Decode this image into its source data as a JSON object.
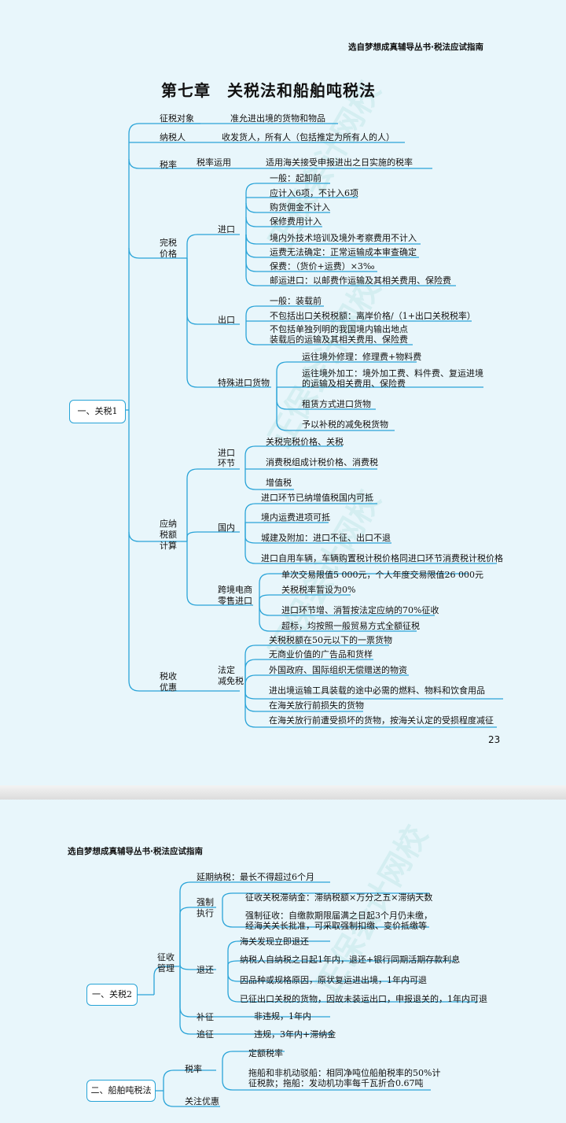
{
  "header": "选自梦想成真辅导丛书·税法应试指南",
  "page1": {
    "title": "第七章　关税法和船舶吨税法",
    "page_number": "23",
    "root": "一、关税1",
    "watermark": "正保会计网校",
    "branches": {
      "zsdx": {
        "label": "征税对象",
        "text": "准允进出境的货物和物品"
      },
      "nsr": {
        "label": "纳税人",
        "text": "收发货人，所有人（包括推定为所有人的人）"
      },
      "sl": {
        "label": "税率",
        "sub": "税率运用",
        "text": "适用海关接受申报进出之日实施的税率"
      },
      "wsjg": {
        "label_l1": "完税",
        "label_l2": "价格",
        "jinkou": {
          "label": "进口",
          "items": [
            "一般：起卸前",
            "应计入6项，不计入6项",
            "购货佣金不计入",
            "保修费用计入",
            "境内外技术培训及境外考察费用不计入",
            "运费无法确定：正常运输成本审查确定",
            "保费：（货价+运费）×3‰",
            "邮运进口：以邮费作运输及其相关费用、保险费"
          ]
        },
        "chukou": {
          "label": "出口",
          "items": [
            "一般：装载前",
            "不包括出口关税税额：离岸价格/（1+出口关税税率）"
          ],
          "multi_l1": "不包括单独列明的我国境内输出地点",
          "multi_l2": "装载后的运输及其相关费用、保险费"
        },
        "tsjk": {
          "label": "特殊进口货物",
          "item1": "运往境外修理：修理费+物料费",
          "item2_l1": "运往境外加工：境外加工费、料件费、复运进境",
          "item2_l2": "的运输及相关费用、保险费",
          "item3": "租赁方式进口货物",
          "item4": "予以补税的减免税货物"
        }
      },
      "ynse": {
        "label_l1": "应纳",
        "label_l2": "税额",
        "label_l3": "计算",
        "jkhj": {
          "label_l1": "进口",
          "label_l2": "环节",
          "items": [
            "关税完税价格、关税",
            "消费税组成计税价格、消费税",
            "增值税"
          ]
        },
        "guonei": {
          "label": "国内",
          "items": [
            "进口环节已纳增值税国内可抵",
            "境内运费进项可抵",
            "城建及附加：进口不征、出口不退",
            "进口自用车辆，车辆购置税计税价格同进口环节消费税计税价格"
          ]
        },
        "kjds": {
          "label_l1": "跨境电商",
          "label_l2": "零售进口",
          "items": [
            "单次交易限值5 000元，个人年度交易限值26 000元",
            "关税税率暂设为0%",
            "进口环节增、消暂按法定应纳的70%征收",
            "超标，均按照一般贸易方式全额征税"
          ]
        }
      },
      "sshy": {
        "label_l1": "税收",
        "label_l2": "优惠",
        "fdjms": {
          "label_l1": "法定",
          "label_l2": "减免税",
          "items": [
            "关税税额在50元以下的一票货物",
            "无商业价值的广告品和货样",
            "外国政府、国际组织无偿赠送的物资",
            "进出境运输工具装载的途中必需的燃料、物料和饮食用品",
            "在海关放行前损失的货物",
            "在海关放行前遭受损坏的货物，按海关认定的受损程度减征"
          ]
        }
      }
    }
  },
  "page2": {
    "root1": "一、关税2",
    "zsgl": {
      "label_l1": "征收",
      "label_l2": "管理",
      "yqns": "延期纳税：最长不得超过6个月",
      "qzzx": {
        "label_l1": "强制",
        "label_l2": "执行",
        "item1": "征收关税滞纳金：滞纳税额×万分之五×滞纳天数",
        "item2_l1": "强制征收：自缴款期限届满之日起3个月仍未缴，",
        "item2_l2": "经海关关长批准，可采取强制扣缴、变价抵缴等"
      },
      "tuihuan": {
        "label": "退还",
        "items": [
          "海关发现立即退还",
          "纳税人自纳税之日起1年内，退还+银行同期活期存款利息",
          "因品种或规格原因，原状复运进出境，1年内可退",
          "已征出口关税的货物，因故未装运出口，申报退关的，1年内可退"
        ]
      },
      "buzheng": {
        "label": "补征",
        "text": "非违规，1年内"
      },
      "zhuizheng": {
        "label": "追征",
        "text": "违规，3年内+滞纳金"
      }
    },
    "root2": "二、船舶吨税法",
    "cbsl": {
      "label": "税率",
      "item1": "定额税率",
      "item2_l1": "拖船和非机动驳船：相同净吨位船舶税率的50%计",
      "item2_l2": "征税款；拖船：发动机功率每千瓦折合0.67吨"
    },
    "gzyh": {
      "label": "关注优惠"
    }
  }
}
